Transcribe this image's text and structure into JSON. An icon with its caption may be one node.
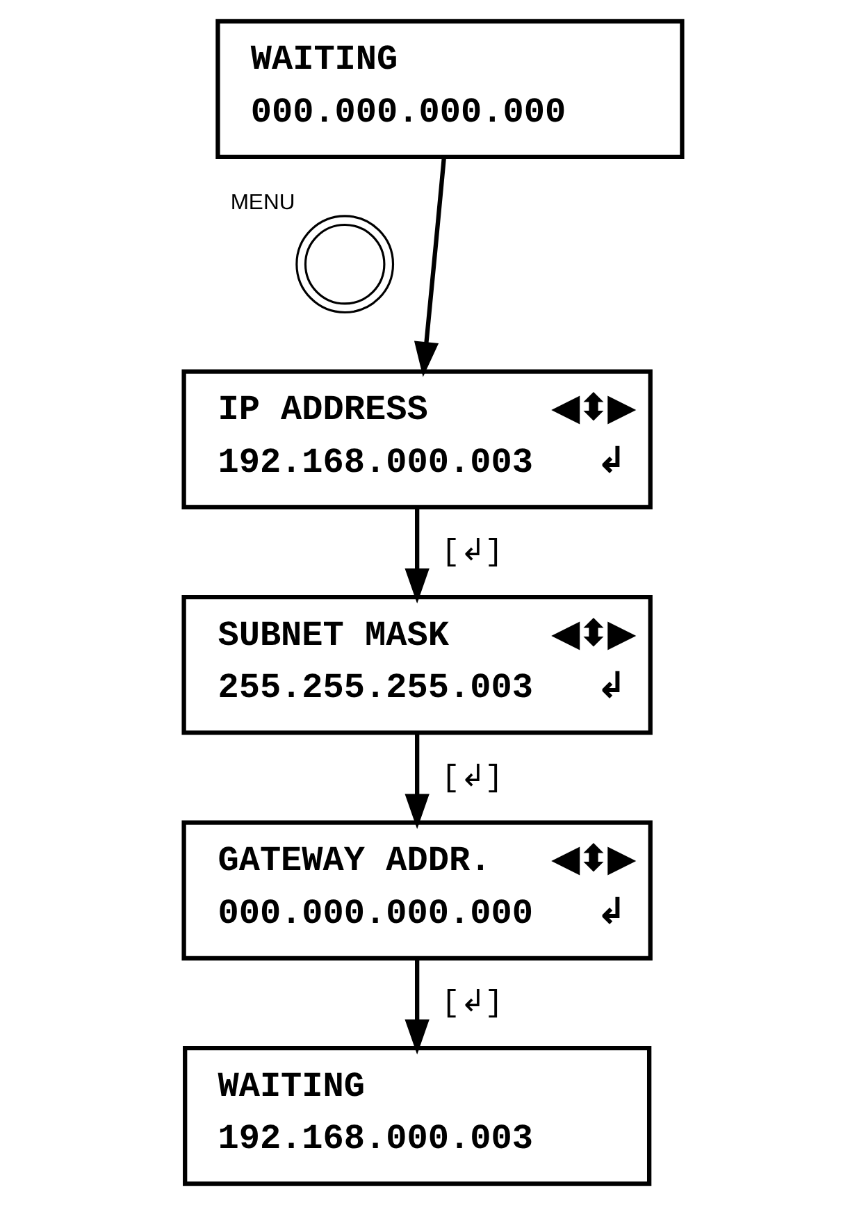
{
  "diagram": {
    "nodes": [
      {
        "text": [
          "WAITING",
          "000.000.000.000"
        ]
      },
      {
        "text": [],
        "shape": "circle",
        "beside": [
          "MENU"
        ]
      },
      {
        "text": [
          "IP ADDRESS",
          "◀⬍▶",
          "192.168.000.003",
          "↲"
        ]
      },
      {
        "text": [
          "SUBNET MASK",
          "◀⬍▶",
          "255.255.255.003",
          "↲"
        ]
      },
      {
        "text": [
          "GATEWAY ADDR.",
          "◀⬍▶",
          "000.000.000.000",
          "↲"
        ]
      },
      {
        "text": [
          "WAITING",
          "192.168.000.003"
        ]
      }
    ],
    "edges": [
      {
        "from": 0,
        "to": 2,
        "arrow": "to"
      },
      {
        "from": 2,
        "to": 3,
        "arrow": "to",
        "label": "[↲]"
      },
      {
        "from": 3,
        "to": 4,
        "arrow": "to",
        "label": "[↲]"
      },
      {
        "from": 4,
        "to": 5,
        "arrow": "to",
        "label": "[↲]"
      }
    ]
  }
}
